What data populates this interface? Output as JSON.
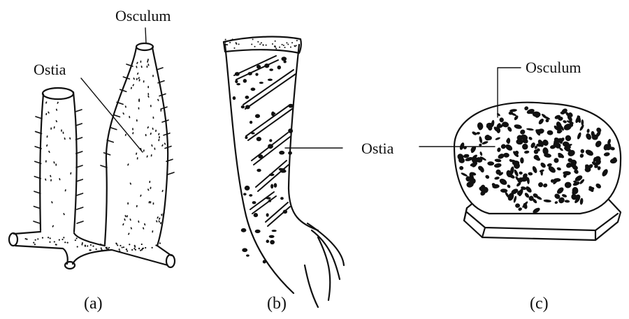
{
  "figure": {
    "panels": [
      {
        "id": "a",
        "caption": "(a)",
        "labels": {
          "osculum": "Osculum",
          "ostia": "Ostia"
        }
      },
      {
        "id": "b",
        "caption": "(b)",
        "labels": {
          "ostia": "Ostia"
        }
      },
      {
        "id": "c",
        "caption": "(c)",
        "labels": {
          "osculum": "Osculum"
        }
      }
    ],
    "colors": {
      "ink": "#111111",
      "background": "#ffffff"
    }
  }
}
